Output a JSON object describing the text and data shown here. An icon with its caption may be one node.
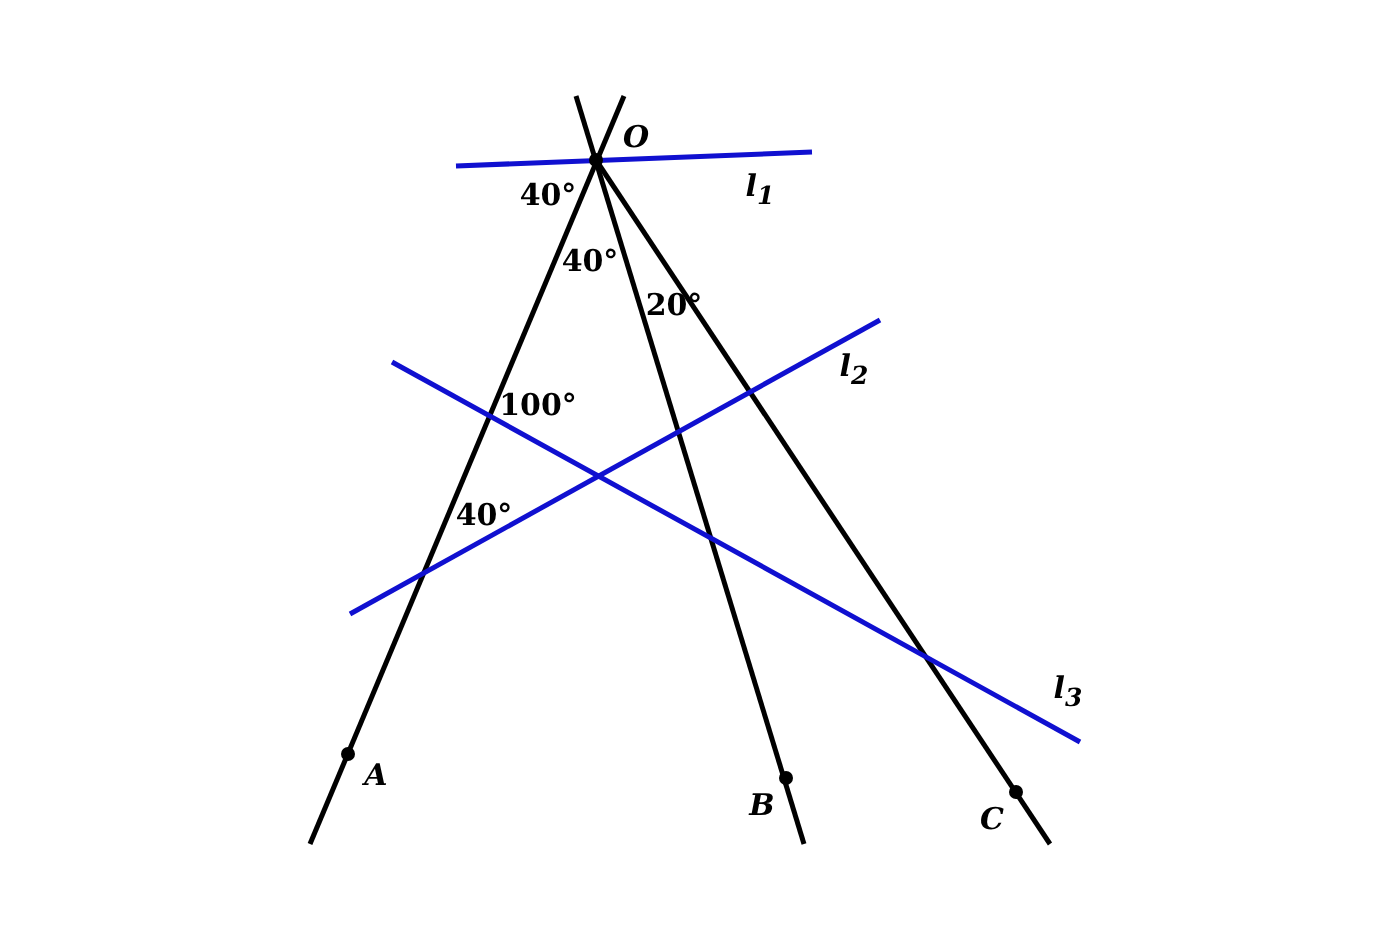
{
  "diagram": {
    "labels": [
      "O",
      "l$_{1}$",
      "40°",
      "40°",
      "20°",
      "l$_{2}$",
      "100°",
      "40°",
      "l$_{3}$",
      "A",
      "B",
      "C"
    ]
  }
}
